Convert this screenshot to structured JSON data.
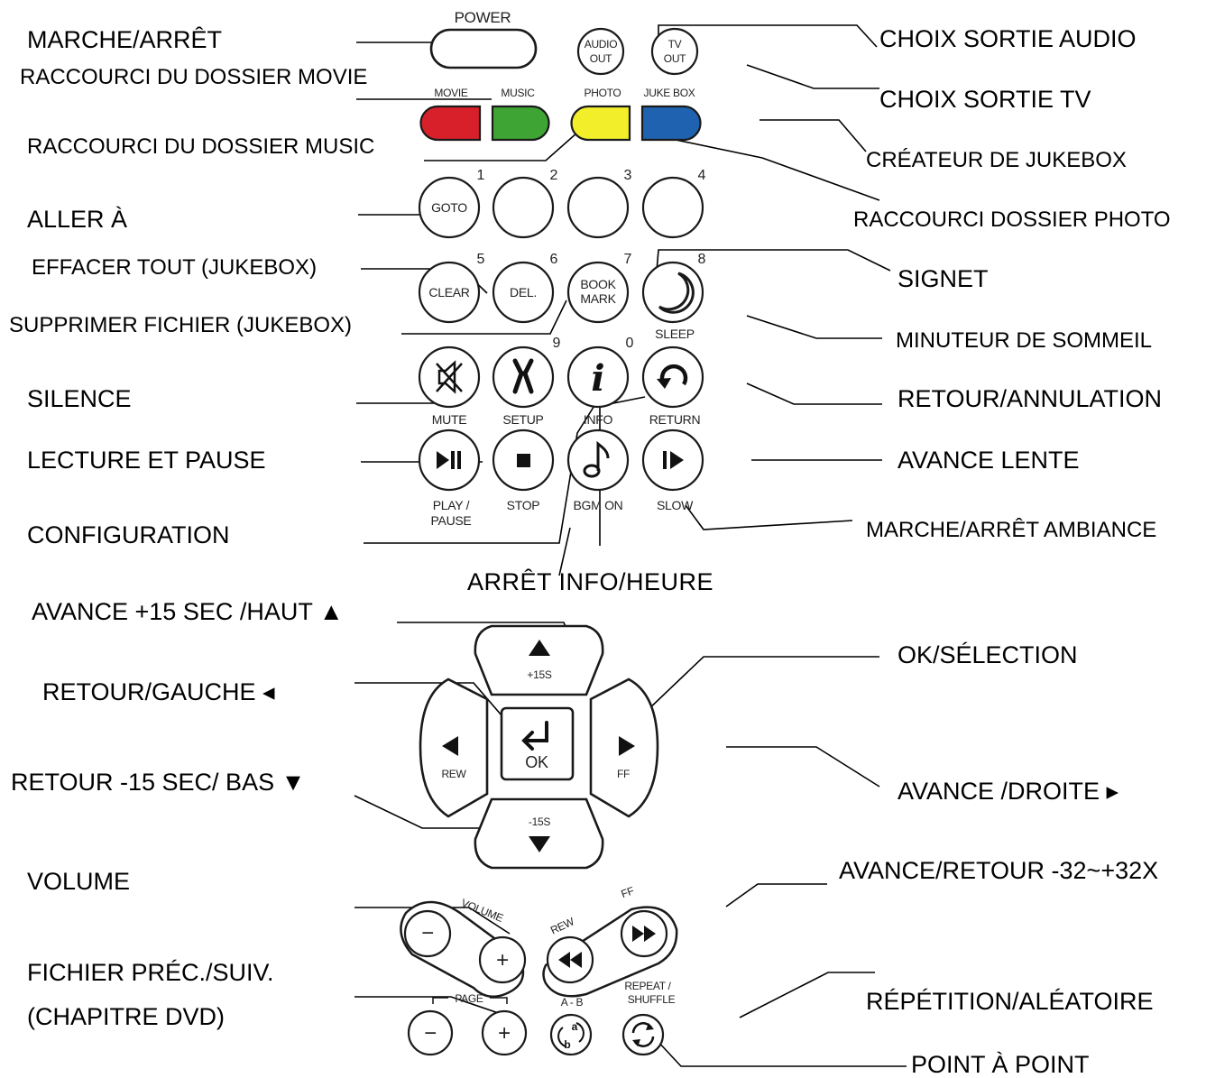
{
  "callouts": {
    "power": "MARCHE/ARRÊT",
    "movie": "RACCOURCI DU DOSSIER MOVIE",
    "music": "RACCOURCI DU DOSSIER MUSIC",
    "goto": "ALLER À",
    "clear": "EFFACER TOUT (JUKEBOX)",
    "del": "SUPPRIMER FICHIER (JUKEBOX)",
    "mute": "SILENCE",
    "play": "LECTURE ET PAUSE",
    "setup": "CONFIGURATION",
    "info_time": "ARRÊT INFO/HEURE",
    "up": "AVANCE +15 SEC /HAUT ▲",
    "left": "RETOUR/GAUCHE ◂",
    "down": "RETOUR -15 SEC/ BAS ▼",
    "volume": "VOLUME",
    "page1": "FICHIER PRÉC./SUIV.",
    "page2": "(CHAPITRE DVD)",
    "audio_out": "CHOIX SORTIE AUDIO",
    "tv_out": "CHOIX SORTIE TV",
    "jukebox": "CRÉATEUR DE JUKEBOX",
    "photo": "RACCOURCI DOSSIER PHOTO",
    "bookmark": "SIGNET",
    "sleep": "MINUTEUR DE SOMMEIL",
    "return": "RETOUR/ANNULATION",
    "slow": "AVANCE LENTE",
    "bgm": "MARCHE/ARRÊT AMBIANCE",
    "ok": "OK/SÉLECTION",
    "right": "AVANCE /DROITE ▸",
    "ffrew": "AVANCE/RETOUR -32~+32X",
    "repeat": "RÉPÉTITION/ALÉATOIRE",
    "ab": "POINT À POINT"
  },
  "remote": {
    "power": "POWER",
    "audio_out_1": "AUDIO",
    "audio_out_2": "OUT",
    "tv_out_1": "TV",
    "tv_out_2": "OUT",
    "movie": "MOVIE",
    "music": "MUSIC",
    "photo": "PHOTO",
    "jukebox": "JUKE BOX",
    "n1": "1",
    "n2": "2",
    "n3": "3",
    "n4": "4",
    "n5": "5",
    "n6": "6",
    "n7": "7",
    "n8": "8",
    "n9": "9",
    "n0": "0",
    "goto": "GOTO",
    "clear": "CLEAR",
    "del": "DEL.",
    "book": "BOOK",
    "mark": "MARK",
    "sleep": "SLEEP",
    "mute": "MUTE",
    "setup": "SETUP",
    "info": "INFO",
    "info_i": "i",
    "return": "RETURN",
    "play1": "PLAY /",
    "play2": "PAUSE",
    "stop": "STOP",
    "bgm": "BGM ON",
    "slow": "SLOW",
    "plus15": "+15S",
    "minus15": "-15S",
    "ok": "OK",
    "rew": "REW",
    "ff": "FF",
    "volume": "VOLUME",
    "minus": "−",
    "plus": "+",
    "rew2": "REW",
    "ff2": "FF",
    "page": "PAGE",
    "ab": "A - B",
    "ab_a": "a",
    "ab_b": "b",
    "repeat1": "REPEAT /",
    "repeat2": "SHUFFLE"
  },
  "colors": {
    "movie": "#d8202a",
    "music": "#3ea535",
    "photo": "#f2ee2a",
    "jukebox": "#1f63b0"
  }
}
